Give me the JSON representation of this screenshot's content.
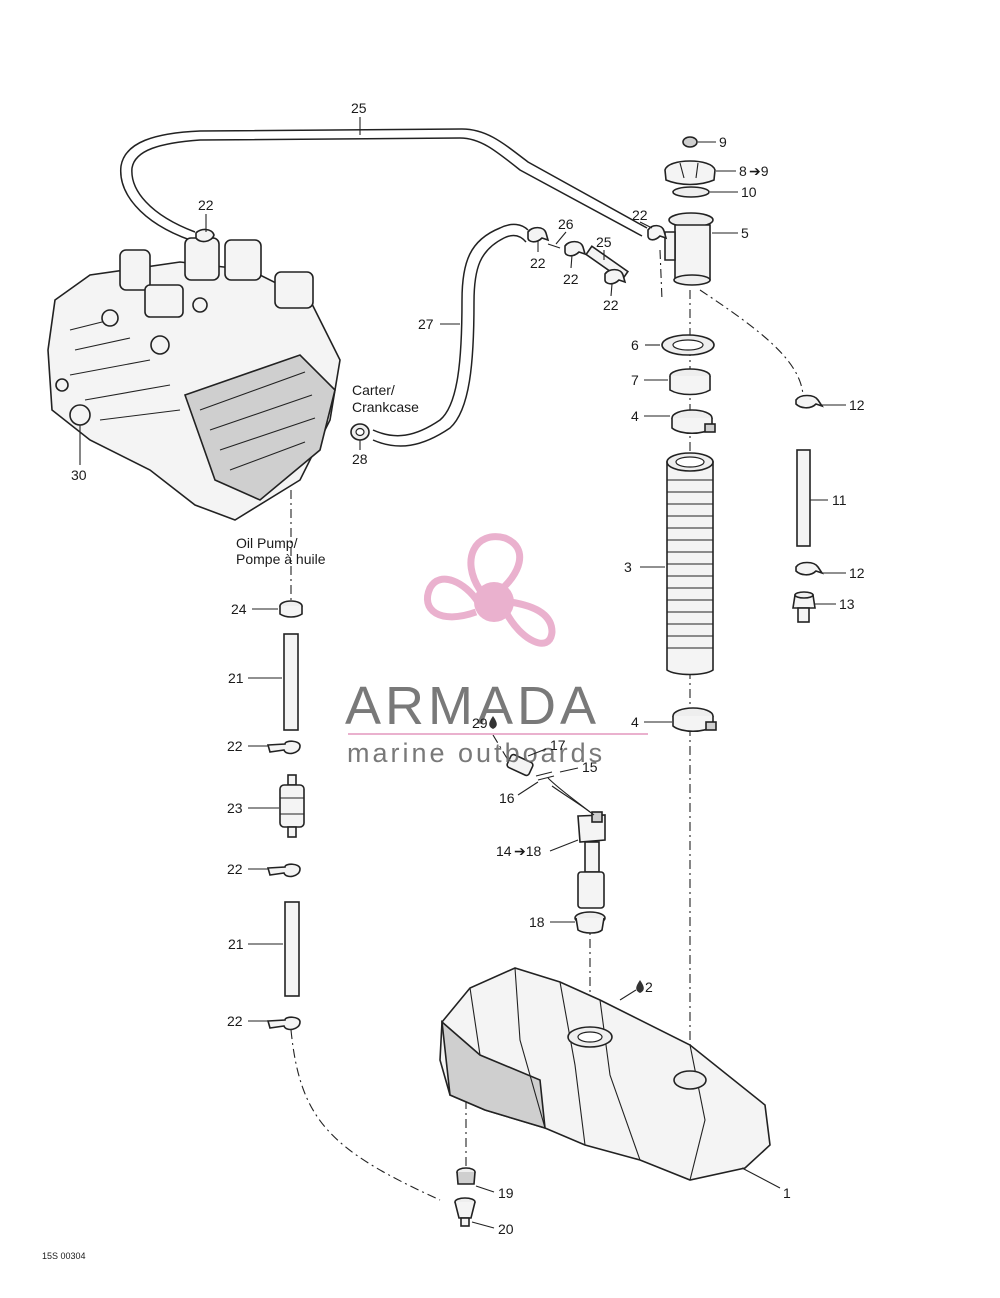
{
  "callouts": {
    "n1": "1",
    "n2": "2",
    "n3": "3",
    "n4a": "4",
    "n4b": "4",
    "n5": "5",
    "n6": "6",
    "n7": "7",
    "n8": "8",
    "n8arrow": "➔9",
    "n9": "9",
    "n10": "10",
    "n11": "11",
    "n12a": "12",
    "n12b": "12",
    "n13": "13",
    "n14": "14",
    "n14arrow": "➔18",
    "n15": "15",
    "n16": "16",
    "n17": "17",
    "n18": "18",
    "n19": "19",
    "n20": "20",
    "n21a": "21",
    "n21b": "21",
    "n22_tl": "22",
    "n22_mid1": "22",
    "n22_mid2": "22",
    "n22_mid3": "22",
    "n22_top": "22",
    "n22_p1": "22",
    "n22_p2": "22",
    "n22_p3": "22",
    "n23": "23",
    "n24": "24",
    "n25a": "25",
    "n25b": "25",
    "n26": "26",
    "n27": "27",
    "n28": "28",
    "n29": "29",
    "n30": "30"
  },
  "labels": {
    "crankcase_fr": "Carter/",
    "crankcase_en": "Crankcase",
    "oilpump_en": "Oil Pump/",
    "oilpump_fr": "Pompe à huile"
  },
  "watermark": {
    "title": "ARMADA",
    "subtitle": "marine outboards",
    "accent": "#e8a9c9",
    "text_color": "#6b6b6b"
  },
  "drawing_code": "15S 00304"
}
